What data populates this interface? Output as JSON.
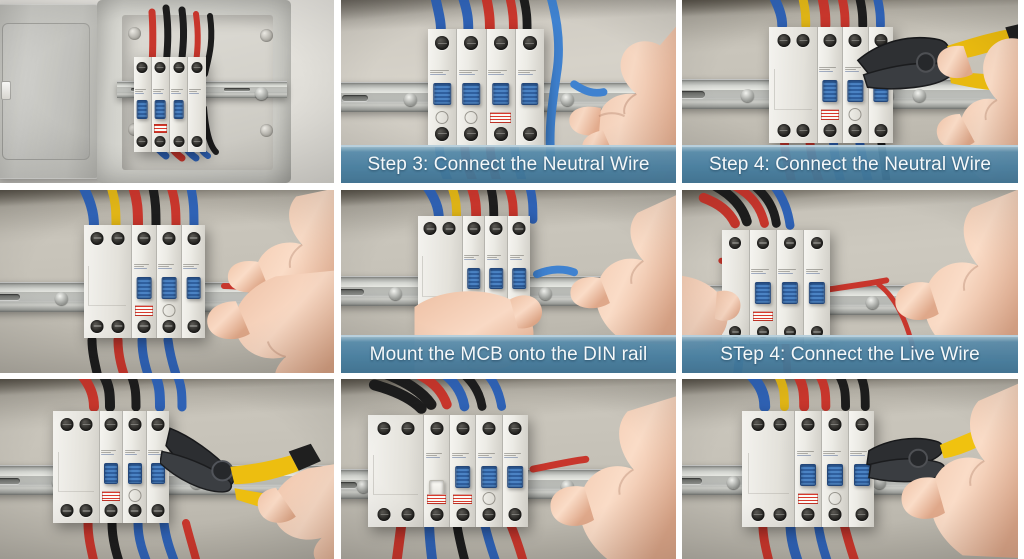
{
  "layout": {
    "type": "photo-collage-grid",
    "columns": 3,
    "rows": 3,
    "total_panels": 9,
    "gutter_color": "#ffffff",
    "caption_bar_color": "#467ea0",
    "caption_text_color": "#f4f8fa"
  },
  "panels": [
    {
      "id": "panel-1",
      "position": "row1-col1",
      "scene": "open grey electrical enclosure mounted on wall with 4-pole MCB on DIN rail and red, black and blue wires",
      "caption": "",
      "has_caption": false,
      "has_hand": false,
      "has_tool": false,
      "wire_colors": [
        "#c8362c",
        "#1d1d1d",
        "#2f62b5"
      ]
    },
    {
      "id": "panel-2",
      "position": "row1-col2",
      "scene": "hand guiding a blue neutral wire toward the DIN rail beside a 4-pole MCB",
      "caption": "Step 3: Connect the Neutral Wire",
      "has_caption": true,
      "has_hand": true,
      "has_tool": false,
      "wire_colors": [
        "#2f62b5",
        "#c8362c",
        "#1d1d1d"
      ]
    },
    {
      "id": "panel-3",
      "position": "row1-col3",
      "scene": "hand holding yellow and black handled pliers next to a 5-pole MCB block on the DIN rail",
      "caption": "Step 4: Connect the Neutral Wire",
      "has_caption": true,
      "has_hand": true,
      "has_tool": "pliers-yellow-black",
      "wire_colors": [
        "#2f62b5",
        "#e0b516",
        "#c8362c",
        "#1d1d1d"
      ]
    },
    {
      "id": "panel-4",
      "position": "row2-col1",
      "scene": "two hands inserting a red live wire into the right terminal of the MCB block",
      "caption": "",
      "has_caption": false,
      "has_hand": true,
      "has_tool": false,
      "wire_colors": [
        "#2f62b5",
        "#e0b516",
        "#c8362c",
        "#1d1d1d"
      ]
    },
    {
      "id": "panel-5",
      "position": "row2-col2",
      "scene": "two hands holding a stripped blue wire in front of the MCB mounted on the DIN rail",
      "caption": "Mount the MCB onto the DIN rail",
      "has_caption": true,
      "has_hand": true,
      "has_tool": false,
      "wire_colors": [
        "#2f62b5",
        "#e0b516",
        "#c8362c",
        "#1d1d1d"
      ]
    },
    {
      "id": "panel-6",
      "position": "row2-col3",
      "scene": "two hands routing a red live wire to the left-hand MCB terminal on the DIN rail",
      "caption": "STep 4: Connect the Live Wire",
      "has_caption": true,
      "has_hand": true,
      "has_tool": false,
      "wire_colors": [
        "#c8362c",
        "#1d1d1d",
        "#2f62b5"
      ]
    },
    {
      "id": "panel-7",
      "position": "row3-col1",
      "scene": "hand holding yellow and black diagonal cutting pliers to the right of the MCB block",
      "caption": "",
      "has_caption": false,
      "has_hand": true,
      "has_tool": "diagonal-cutters-yellow-black",
      "wire_colors": [
        "#c8362c",
        "#1d1d1d",
        "#2f62b5"
      ]
    },
    {
      "id": "panel-8",
      "position": "row3-col2",
      "scene": "hand pulling a red wire across the DIN rail beside a 6-pole MCB assembly",
      "caption": "",
      "has_caption": false,
      "has_hand": true,
      "has_tool": false,
      "wire_colors": [
        "#1d1d1d",
        "#c8362c",
        "#2f62b5"
      ]
    },
    {
      "id": "panel-9",
      "position": "row3-col3",
      "scene": "hand holding yellow and black pliers at the right terminals of the MCB block on the DIN rail",
      "caption": "",
      "has_caption": false,
      "has_hand": true,
      "has_tool": "pliers-yellow-black",
      "wire_colors": [
        "#2f62b5",
        "#e0b516",
        "#c8362c",
        "#1d1d1d"
      ]
    }
  ],
  "colors": {
    "wire_live_red": "#c8362c",
    "wire_neutral_blue": "#2f62b5",
    "wire_earth_yellow": "#e0b516",
    "wire_black": "#1d1d1d",
    "mcb_body": "#f0eee8",
    "mcb_toggle_blue": "#2f5f9e",
    "din_rail": "#d3d5d0",
    "wall": "#c5c1b7",
    "tool_handle_yellow": "#f2c417",
    "tool_handle_black": "#242424"
  }
}
